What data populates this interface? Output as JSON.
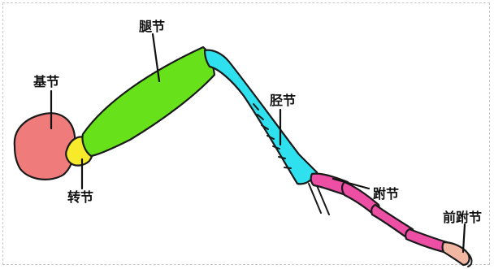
{
  "labels": {
    "coxa": "基节",
    "trochanter": "转节",
    "femur": "腿节",
    "tibia": "胫节",
    "tarsus": "跗节",
    "pretarsus": "前跗节"
  },
  "colors": {
    "coxa": "#f07b7b",
    "trochanter": "#f7ea2a",
    "femur": "#66e11a",
    "tibia": "#2fe0ee",
    "tarsus": "#ec4fa3",
    "pretarsus": "#f2b7a2"
  }
}
